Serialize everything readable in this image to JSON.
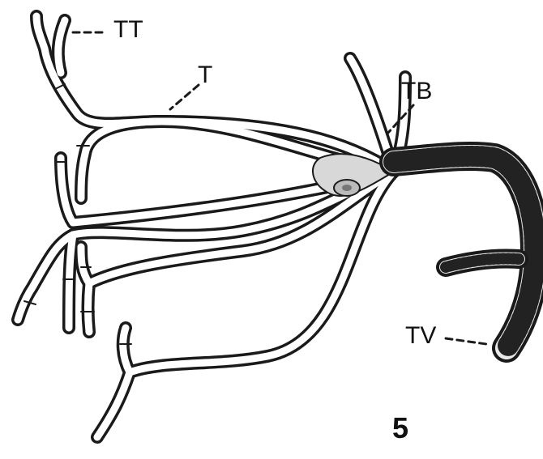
{
  "figure": {
    "labels": {
      "tt": "TT",
      "t": "T",
      "tb": "TB",
      "tv": "TV"
    },
    "figure_number": "5"
  }
}
